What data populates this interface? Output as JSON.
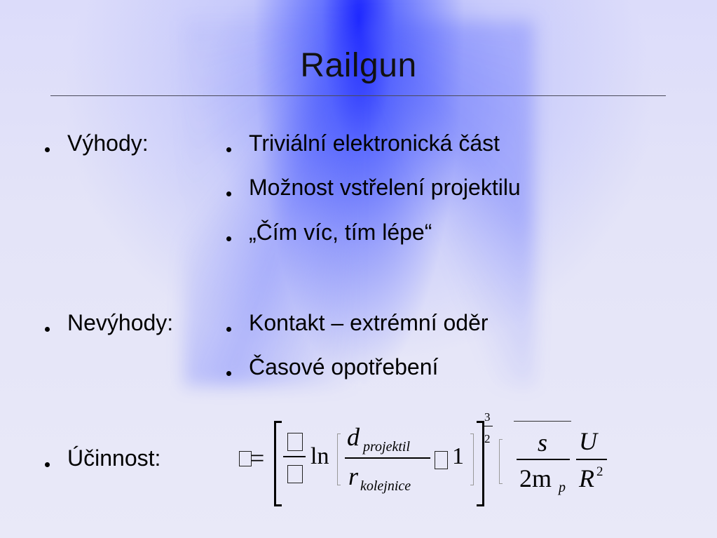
{
  "slide": {
    "title": "Railgun"
  },
  "sections": {
    "advantages": {
      "label": "Výhody:",
      "items": [
        "Triviální elektronická část",
        "Možnost vstřelení projektilu",
        "„Čím víc, tím lépe“"
      ]
    },
    "disadvantages": {
      "label": "Nevýhody:",
      "items": [
        "Kontakt – extrémní oděr",
        "Časové opotřebení"
      ]
    },
    "efficiency": {
      "label": "Účinnost:"
    }
  },
  "formula": {
    "equals": "=",
    "ln": "ln",
    "d": "d",
    "d_sub": "projektil",
    "r": "r",
    "r_sub": "kolejnice",
    "one": "1",
    "exp_num": "3",
    "exp_den": "2",
    "s": "s",
    "two_m": "2m",
    "m_sub": "p",
    "U": "U",
    "R": "R",
    "R_sup": "2"
  }
}
